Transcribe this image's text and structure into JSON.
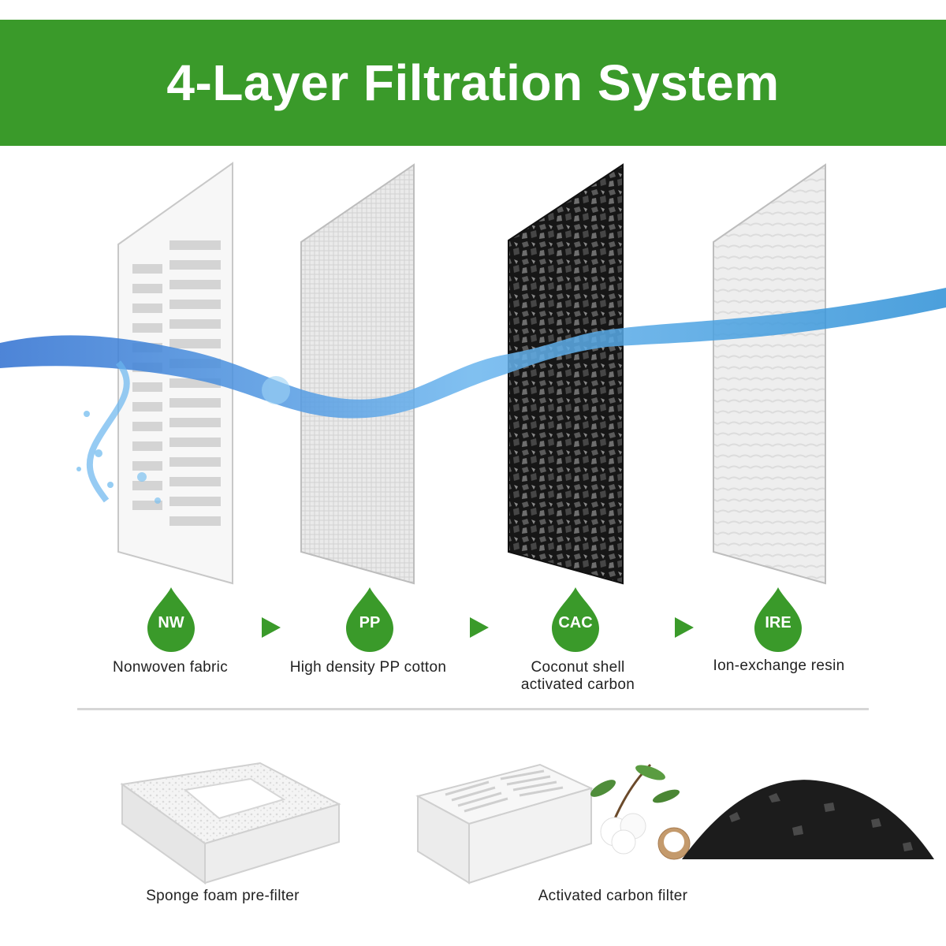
{
  "title": "4-Layer Filtration System",
  "layers": [
    {
      "abbr": "NW",
      "name": "Nonwoven fabric"
    },
    {
      "abbr": "PP",
      "name": "High density PP cotton"
    },
    {
      "abbr": "CAC",
      "name_line1": "Coconut shell",
      "name_line2": "activated carbon"
    },
    {
      "abbr": "IRE",
      "name": "Ion-exchange resin"
    }
  ],
  "products": [
    {
      "name": "Sponge foam pre-filter"
    },
    {
      "name": "Activated carbon filter"
    }
  ],
  "colors": {
    "brand_green": "#3a9a2a",
    "water_blue": "#3b7fd6",
    "carbon": "#1a1a1a"
  }
}
